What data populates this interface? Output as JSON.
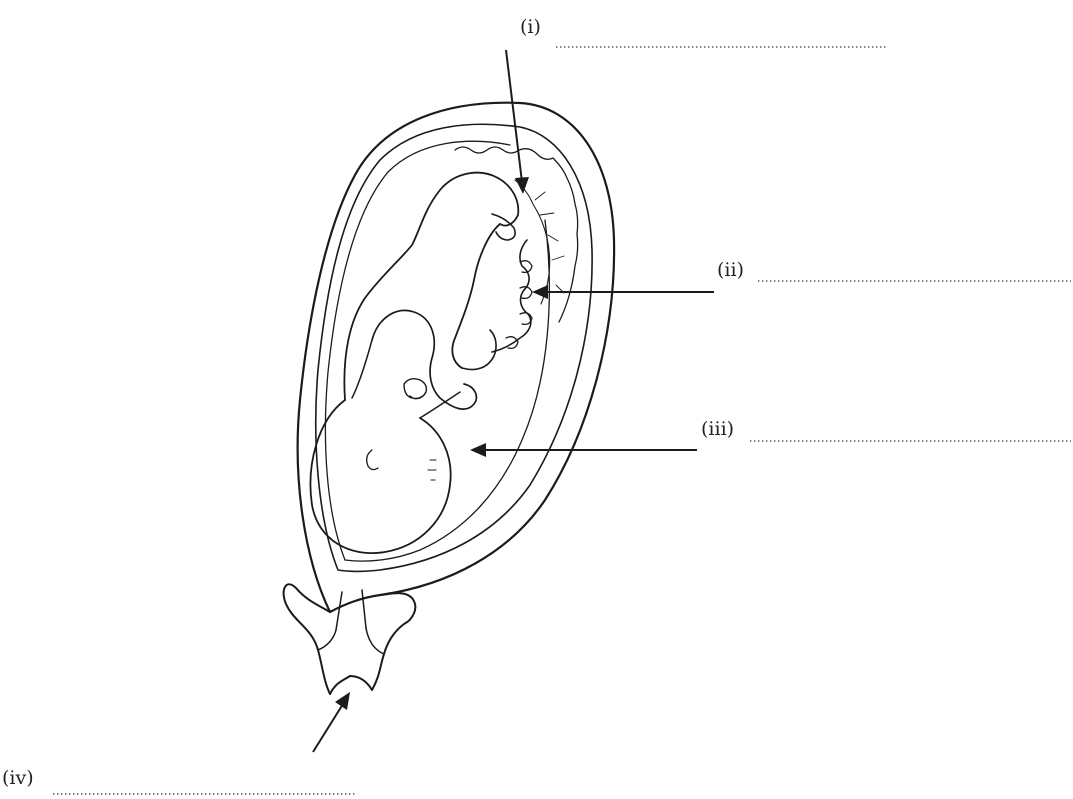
{
  "labels": {
    "i": "(i)",
    "ii": "(ii)",
    "iii": "(iii)",
    "iv": "(iv)"
  },
  "colors": {
    "ink": "#1b1b1b",
    "paper": "#ffffff"
  }
}
